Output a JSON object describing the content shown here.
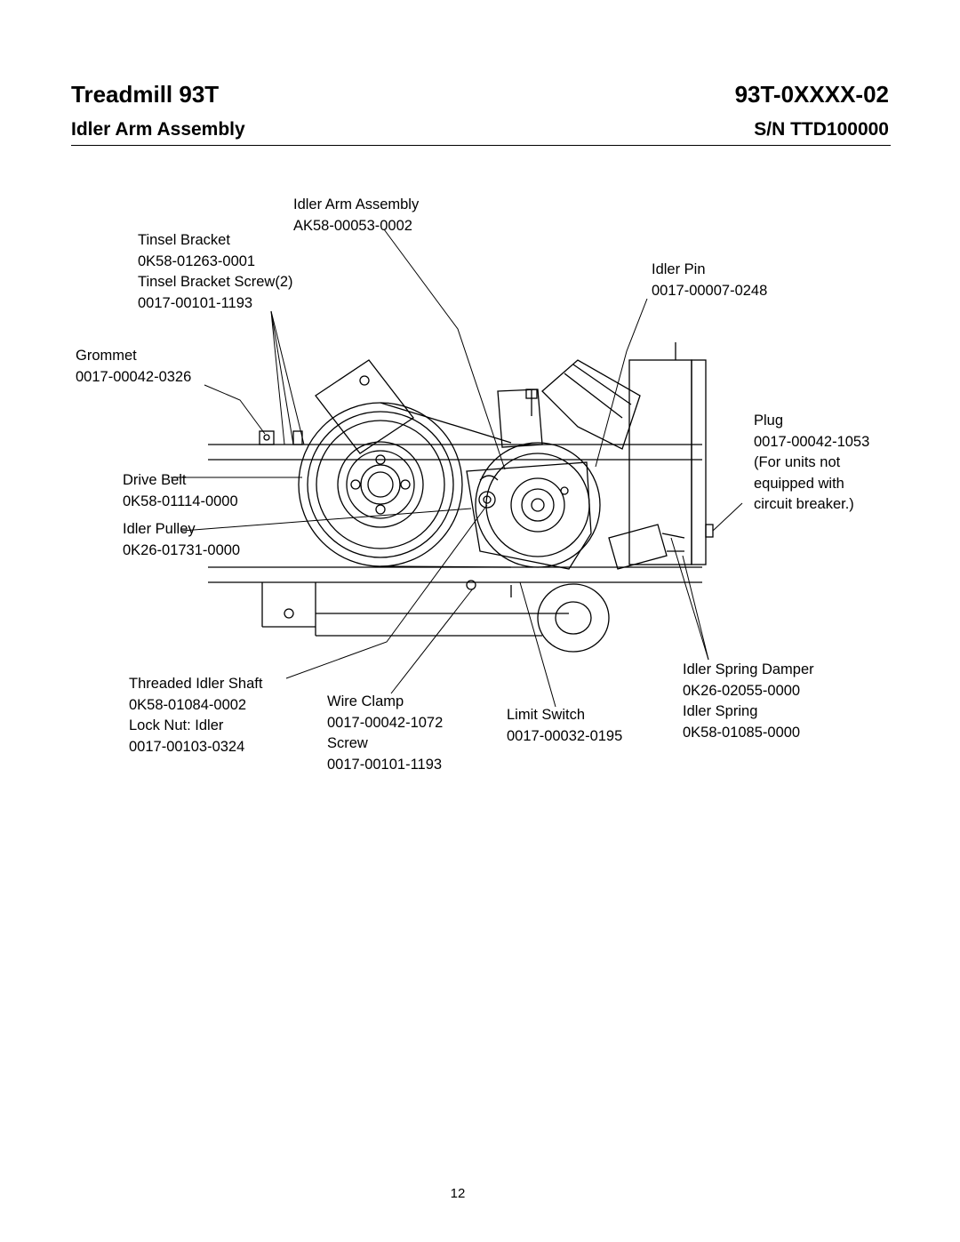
{
  "header": {
    "title": "Treadmill 93T",
    "model_code": "93T-0XXXX-02",
    "section": "Idler Arm Assembly",
    "serial": "S/N TTD100000"
  },
  "callouts": {
    "idler_arm_assembly": {
      "name": "Idler Arm Assembly",
      "part": "AK58-00053-0002"
    },
    "tinsel_bracket": {
      "name": "Tinsel Bracket",
      "part": "0K58-01263-0001",
      "screw_name": "Tinsel Bracket Screw(2)",
      "screw_part": "0017-00101-1193"
    },
    "grommet": {
      "name": "Grommet",
      "part": "0017-00042-0326"
    },
    "drive_belt": {
      "name": "Drive Belt",
      "part": "0K58-01114-0000"
    },
    "idler_pulley": {
      "name": "Idler Pulley",
      "part": "0K26-01731-0000"
    },
    "idler_pin": {
      "name": "Idler Pin",
      "part": "0017-00007-0248"
    },
    "plug": {
      "name": "Plug",
      "part": "0017-00042-1053",
      "note1": "(For units not",
      "note2": "equipped with",
      "note3": "circuit breaker.)"
    },
    "threaded_idler_shaft": {
      "name": "Threaded Idler Shaft",
      "part": "0K58-01084-0002",
      "nut_name": "Lock Nut: Idler",
      "nut_part": "0017-00103-0324"
    },
    "wire_clamp": {
      "name": "Wire Clamp",
      "part": "0017-00042-1072",
      "screw_name": "Screw",
      "screw_part": "0017-00101-1193"
    },
    "limit_switch": {
      "name": "Limit Switch",
      "part": "0017-00032-0195"
    },
    "idler_spring_damper": {
      "name": "Idler Spring Damper",
      "part": "0K26-02055-0000",
      "spring_name": "Idler Spring",
      "spring_part": "0K58-01085-0000"
    }
  },
  "page_number": "12"
}
